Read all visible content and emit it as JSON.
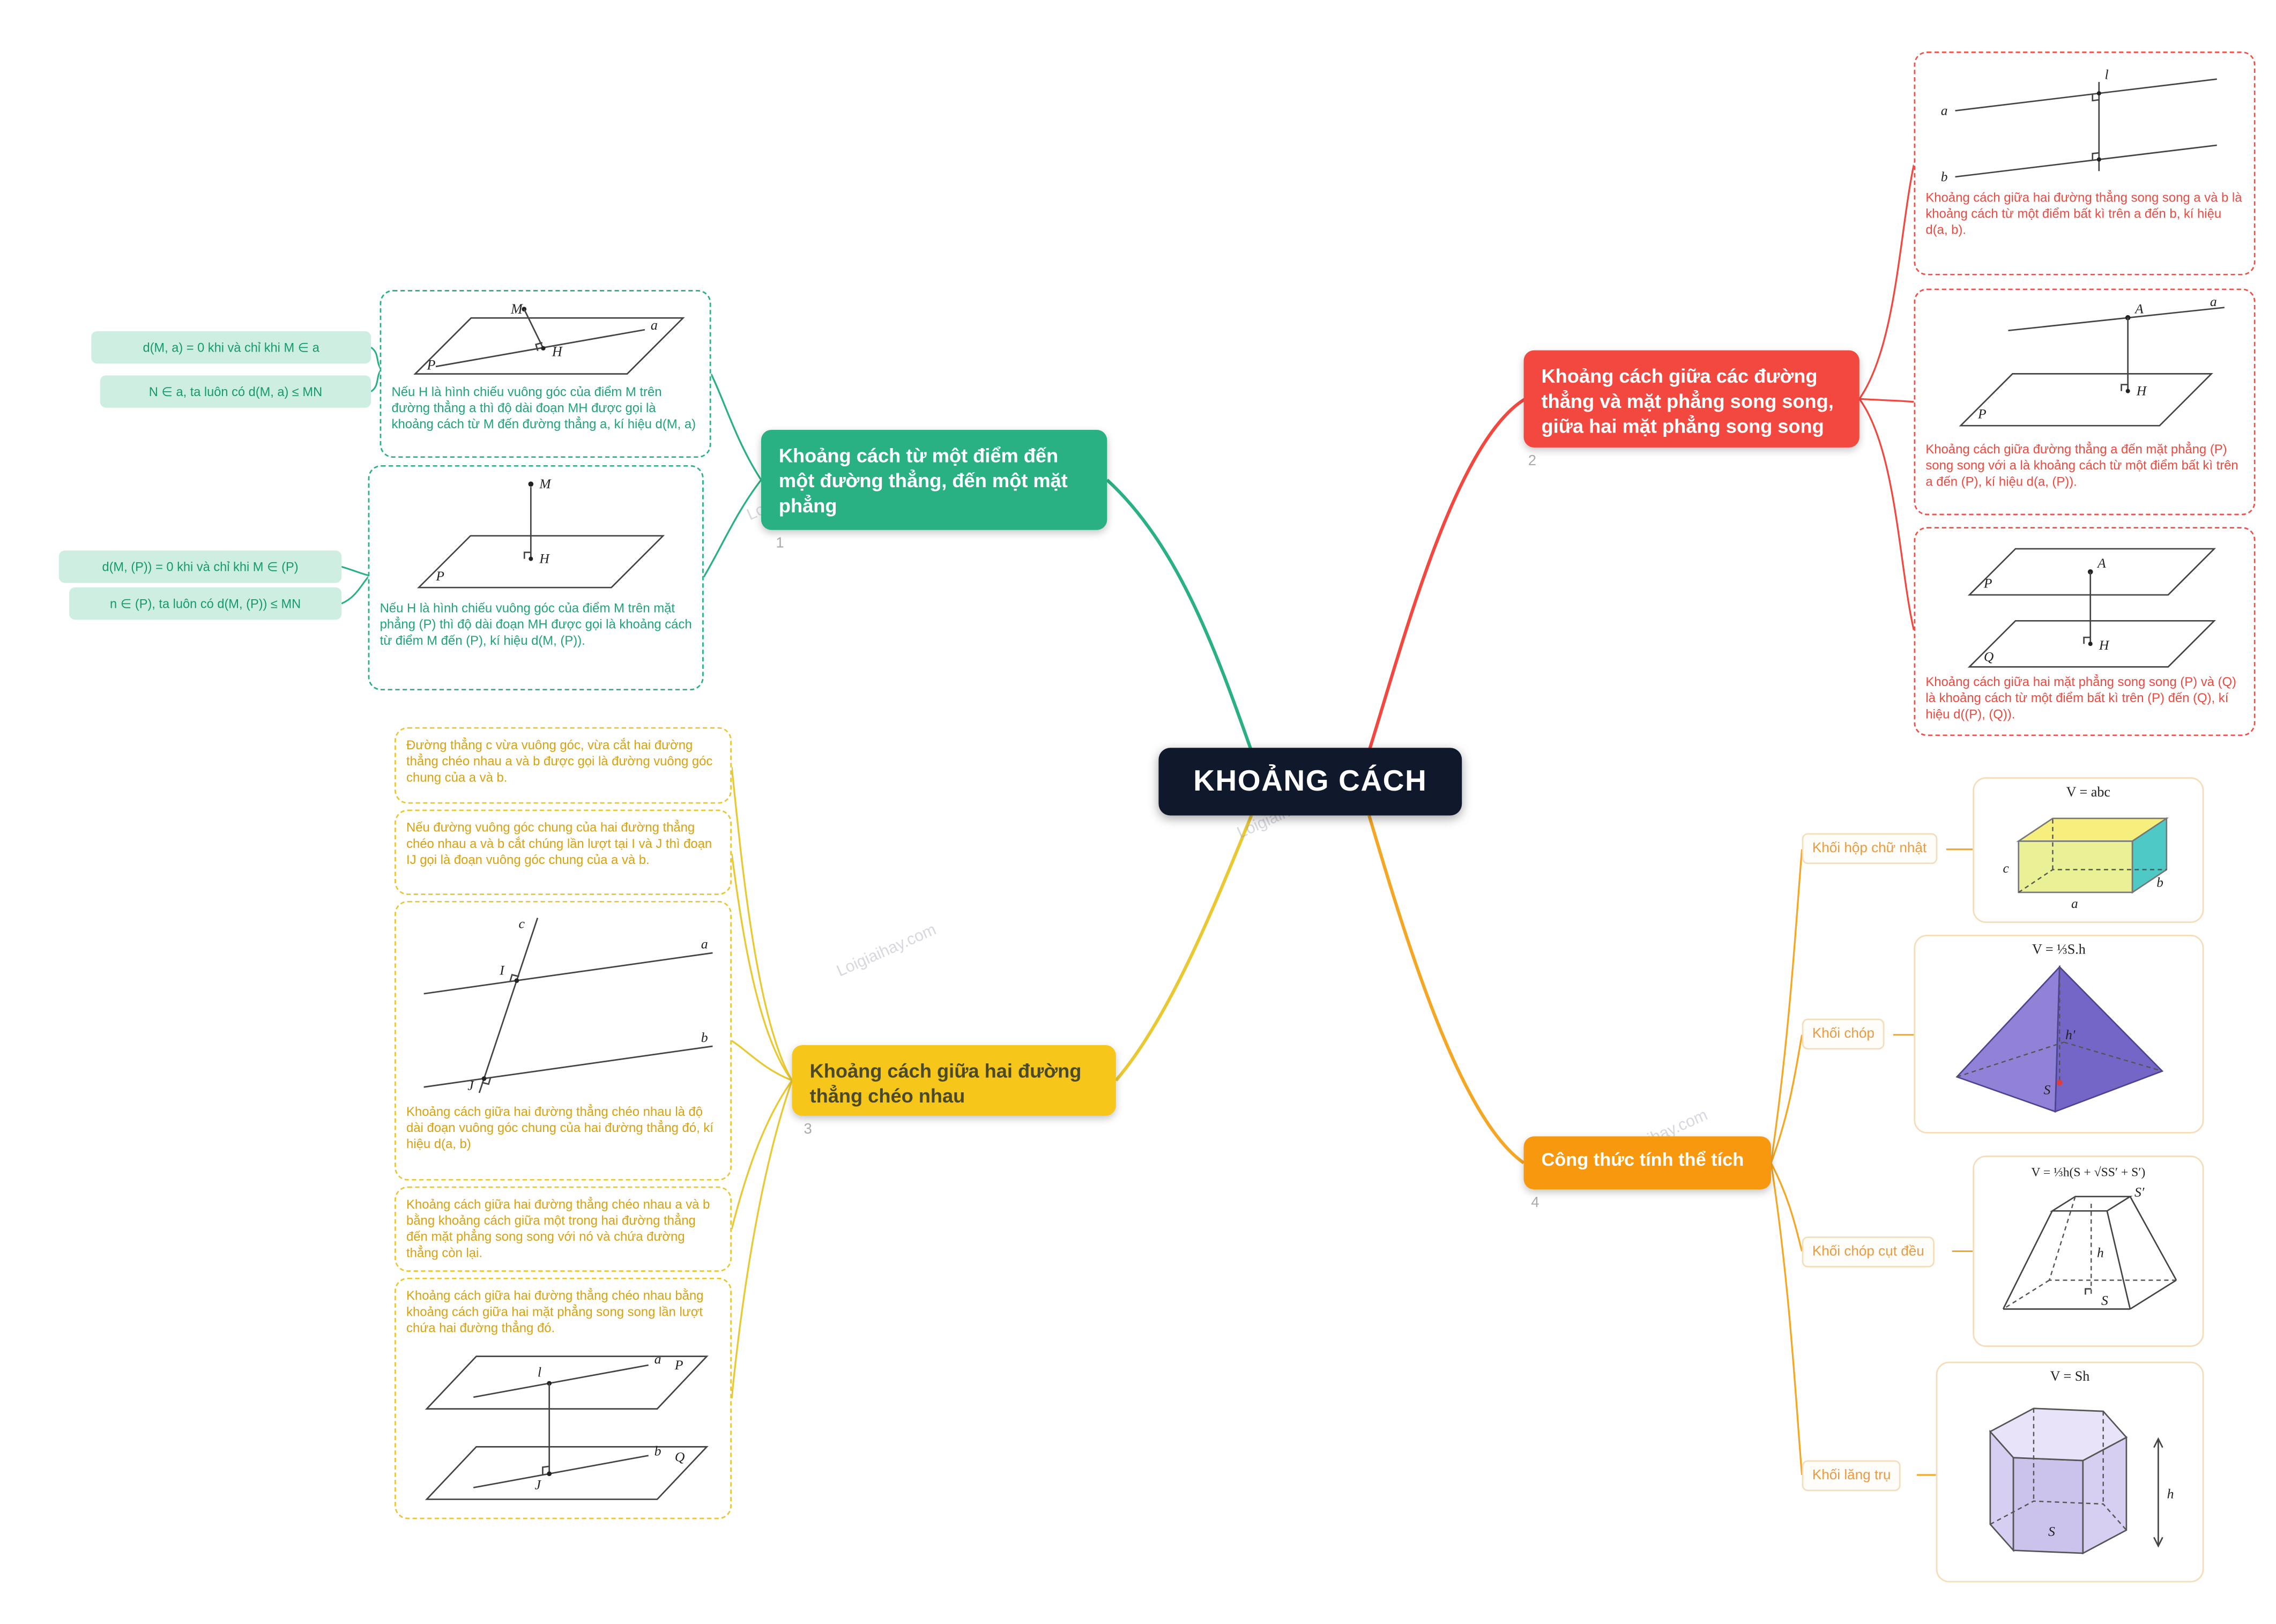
{
  "watermark": "Loigiaihay.com",
  "colors": {
    "green": "#2ab183",
    "red": "#f24840",
    "yellow": "#f6c61a",
    "orange": "#f8980f",
    "central_bg": "#10182b"
  },
  "central": {
    "label": "KHOẢNG CÁCH"
  },
  "branch1": {
    "label": "Khoảng cách từ một điểm đến một đường thẳng, đến một mặt phẳng",
    "number": "1",
    "note_line": "Nếu H là hình chiếu vuông góc của điểm M trên đường thẳng a thì độ dài đoạn MH được gọi là khoảng cách từ M đến đường thẳng a, kí hiệu d(M, a)",
    "chip_line_1": "d(M, a) = 0 khi và chỉ khi M ∈ a",
    "chip_line_2": "N ∈ a, ta luôn có d(M, a) ≤ MN",
    "note_plane": "Nếu H là hình chiếu vuông góc của điểm M trên mặt phẳng (P) thì độ dài đoạn MH được gọi là khoảng cách từ điểm M đến (P), kí hiệu d(M, (P)).",
    "chip_plane_1": "d(M, (P)) = 0 khi và chỉ khi M ∈ (P)",
    "chip_plane_2": "n ∈ (P), ta luôn có d(M, (P)) ≤ MN",
    "fig_line": {
      "M": "M",
      "H": "H",
      "a": "a",
      "P": "P"
    },
    "fig_plane": {
      "M": "M",
      "H": "H",
      "P": "P"
    }
  },
  "branch2": {
    "label": "Khoảng cách giữa các đường thẳng và mặt phẳng song song, giữa hai mặt phẳng song song",
    "number": "2",
    "note_lines": "Khoảng cách giữa hai đường thẳng song song a và b là khoảng cách từ một điểm bất kì trên a đến b, kí hiệu d(a, b).",
    "note_line_plane": "Khoảng cách giữa đường thẳng a đến mặt phẳng (P) song song với a là khoảng cách từ một điểm bất kì trên a đến (P), kí hiệu d(a, (P)).",
    "note_planes": "Khoảng cách giữa hai mặt phẳng song song (P) và (Q) là khoảng cách từ một điểm bất kì trên (P) đến (Q), kí hiệu d((P), (Q)).",
    "fig_lines": {
      "a": "a",
      "b": "b",
      "l": "l"
    },
    "fig_line_plane": {
      "A": "A",
      "H": "H",
      "a": "a",
      "P": "P"
    },
    "fig_planes": {
      "A": "A",
      "H": "H",
      "P": "P",
      "Q": "Q"
    }
  },
  "branch3": {
    "label": "Khoảng cách giữa hai đường thẳng chéo nhau",
    "number": "3",
    "note1": "Đường thẳng c vừa vuông góc, vừa cắt hai đường thẳng chéo nhau a và b được gọi là đường vuông góc chung của a và b.",
    "note2": "Nếu đường vuông góc chung của hai đường thẳng chéo nhau a và b cắt chúng lần lượt tại I và J thì đoạn IJ gọi là đoạn vuông góc chung của a và b.",
    "note3": "Khoảng cách giữa hai đường thẳng chéo nhau là độ dài đoạn vuông góc chung của hai đường thẳng đó, kí hiệu d(a, b)",
    "note4": "Khoảng cách giữa hai đường thẳng chéo nhau a và b bằng khoảng cách giữa một trong hai đường thẳng đến mặt phẳng song song với nó và chứa đường thẳng còn lại.",
    "note5": "Khoảng cách giữa hai đường thẳng chéo nhau bằng khoảng cách giữa hai mặt phẳng song song lần lượt chứa hai đường thẳng đó.",
    "fig_perp": {
      "c": "c",
      "a": "a",
      "b": "b",
      "I": "I",
      "J": "J"
    },
    "fig_planes": {
      "a": "a",
      "b": "b",
      "l": "l",
      "J": "J",
      "P": "P",
      "Q": "Q"
    }
  },
  "branch4": {
    "label": "Công thức tính thể tích",
    "number": "4",
    "items": {
      "cuboid": {
        "label": "Khối hộp chữ nhật",
        "formula": "V = abc",
        "labels": {
          "a": "a",
          "b": "b",
          "c": "c"
        }
      },
      "pyramid": {
        "label": "Khối chóp",
        "formula": "V = ⅓S.h",
        "labels": {
          "S": "S",
          "h": "h'"
        }
      },
      "frustum": {
        "label": "Khối chóp cụt đều",
        "formula": "V = ⅓h(S + √SS′ + S′)",
        "labels": {
          "S": "S",
          "Sp": "S′",
          "h": "h"
        }
      },
      "prism": {
        "label": "Khối lăng trụ",
        "formula": "V = Sh",
        "labels": {
          "S": "S",
          "h": "h"
        }
      }
    }
  }
}
